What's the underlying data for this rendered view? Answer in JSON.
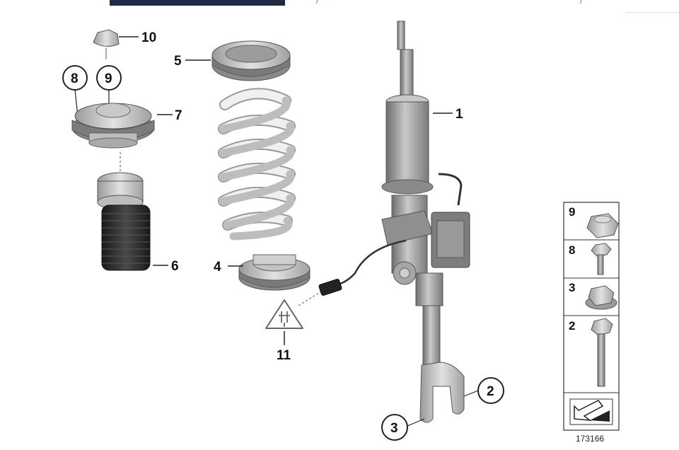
{
  "header": {
    "mark_left": "/",
    "mark_right": "/"
  },
  "callouts": {
    "c1": "1",
    "c2": "2",
    "c3": "3",
    "c4": "4",
    "c5": "5",
    "c6": "6",
    "c7": "7",
    "c8": "8",
    "c9": "9",
    "c10": "10",
    "c11": "11"
  },
  "legend": {
    "items": [
      {
        "label": "9",
        "icon": "nut-icon"
      },
      {
        "label": "8",
        "icon": "short-bolt-icon"
      },
      {
        "label": "3",
        "icon": "flange-nut-icon"
      },
      {
        "label": "2",
        "icon": "long-bolt-icon"
      }
    ],
    "nav_icon": "arrow-icon"
  },
  "reference_number": "173166",
  "colors": {
    "line": "#222222",
    "part_gray": "#9a9a9a",
    "spring_white": "#eeeeee",
    "boot_black": "#2b2b2b",
    "accent_blue": "#1f2a44"
  }
}
